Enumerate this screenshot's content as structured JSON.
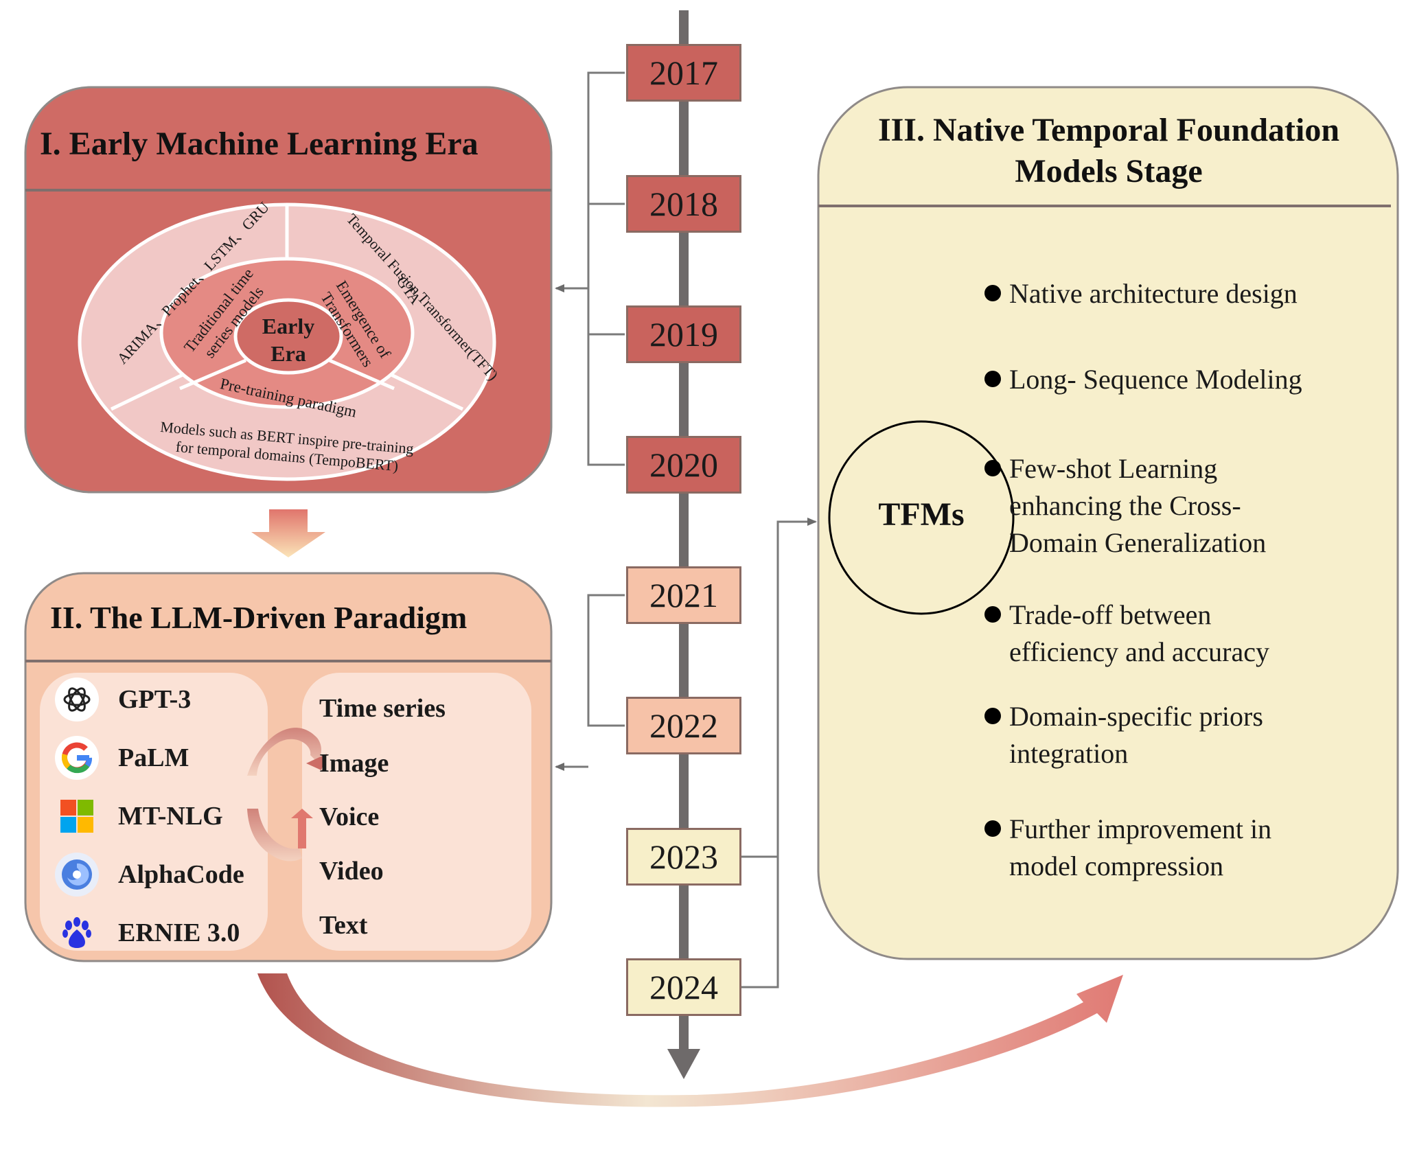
{
  "panel1": {
    "title": "I. Early Machine Learning Era",
    "center": [
      "Early",
      "Era"
    ],
    "inner_left": [
      "Traditional time",
      "series models"
    ],
    "inner_right": [
      "Emergence of",
      "Transformers"
    ],
    "inner_bottom": "Pre-training paradigm",
    "outer_left": "ARIMA、Prophet、LSTM、GRU",
    "outer_right_1": "Temporal Fusion Transformer(TFT)",
    "outer_right_2": "GTA",
    "outer_bottom_1": "Models such as BERT inspire pre-training",
    "outer_bottom_2": "for temporal domains (TempoBERT)"
  },
  "panel2": {
    "title": "II.  The LLM-Driven Paradigm",
    "models": [
      {
        "label": "GPT-3",
        "icon": "openai-icon"
      },
      {
        "label": "PaLM",
        "icon": "google-icon"
      },
      {
        "label": "MT-NLG",
        "icon": "microsoft-icon"
      },
      {
        "label": "AlphaCode",
        "icon": "deepmind-icon"
      },
      {
        "label": "ERNIE 3.0",
        "icon": "baidu-icon"
      }
    ],
    "modalities": [
      "Time series",
      "Image",
      "Voice",
      "Video",
      "Text"
    ]
  },
  "panel3": {
    "title_line1": "III. Native Temporal Foundation",
    "title_line2": "Models Stage",
    "circle_label": "TFMs",
    "bullets": [
      [
        "Native architecture design"
      ],
      [
        "Long- Sequence Modeling"
      ],
      [
        "Few-shot Learning",
        "enhancing the Cross-",
        "Domain Generalization"
      ],
      [
        "Trade-off between",
        "efficiency and accuracy"
      ],
      [
        "Domain-specific priors",
        "integration"
      ],
      [
        "Further improvement in",
        "model compression"
      ]
    ]
  },
  "timeline": {
    "years": [
      "2017",
      "2018",
      "2019",
      "2020",
      "2021",
      "2022",
      "2023",
      "2024"
    ]
  },
  "colors": {
    "early_era": "#cf6b65",
    "llm_era": "#f6c6ab",
    "tfm_stage": "#f7efcc",
    "timeline": "#6e6a6a"
  }
}
